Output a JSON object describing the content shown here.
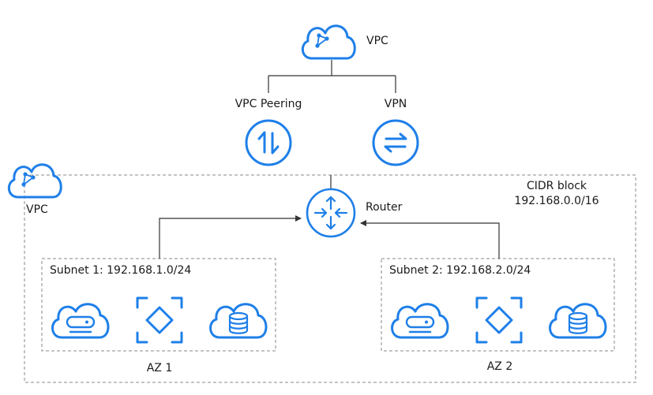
{
  "top_vpc": {
    "label": "VPC",
    "icon": "cloud-vpc-icon"
  },
  "peering": {
    "label": "VPC Peering",
    "icon": "vpc-peering-icon"
  },
  "vpn": {
    "label": "VPN",
    "icon": "vpn-icon"
  },
  "vpc": {
    "label": "VPC",
    "icon": "cloud-vpc-icon",
    "cidr_title": "CIDR block",
    "cidr_value": "192.168.0.0/16"
  },
  "router": {
    "label": "Router",
    "icon": "router-icon"
  },
  "subnets": [
    {
      "label": "Subnet 1: 192.168.1.0/24",
      "az": "AZ 1",
      "icons": [
        "cloud-server-icon",
        "container-icon",
        "cloud-database-icon"
      ]
    },
    {
      "label": "Subnet 2: 192.168.2.0/24",
      "az": "AZ 2",
      "icons": [
        "cloud-server-icon",
        "container-icon",
        "cloud-database-icon"
      ]
    }
  ],
  "colors": {
    "accent": "#1e7fe8",
    "line": "#333333",
    "dashed_border": "#8a8a8a"
  }
}
